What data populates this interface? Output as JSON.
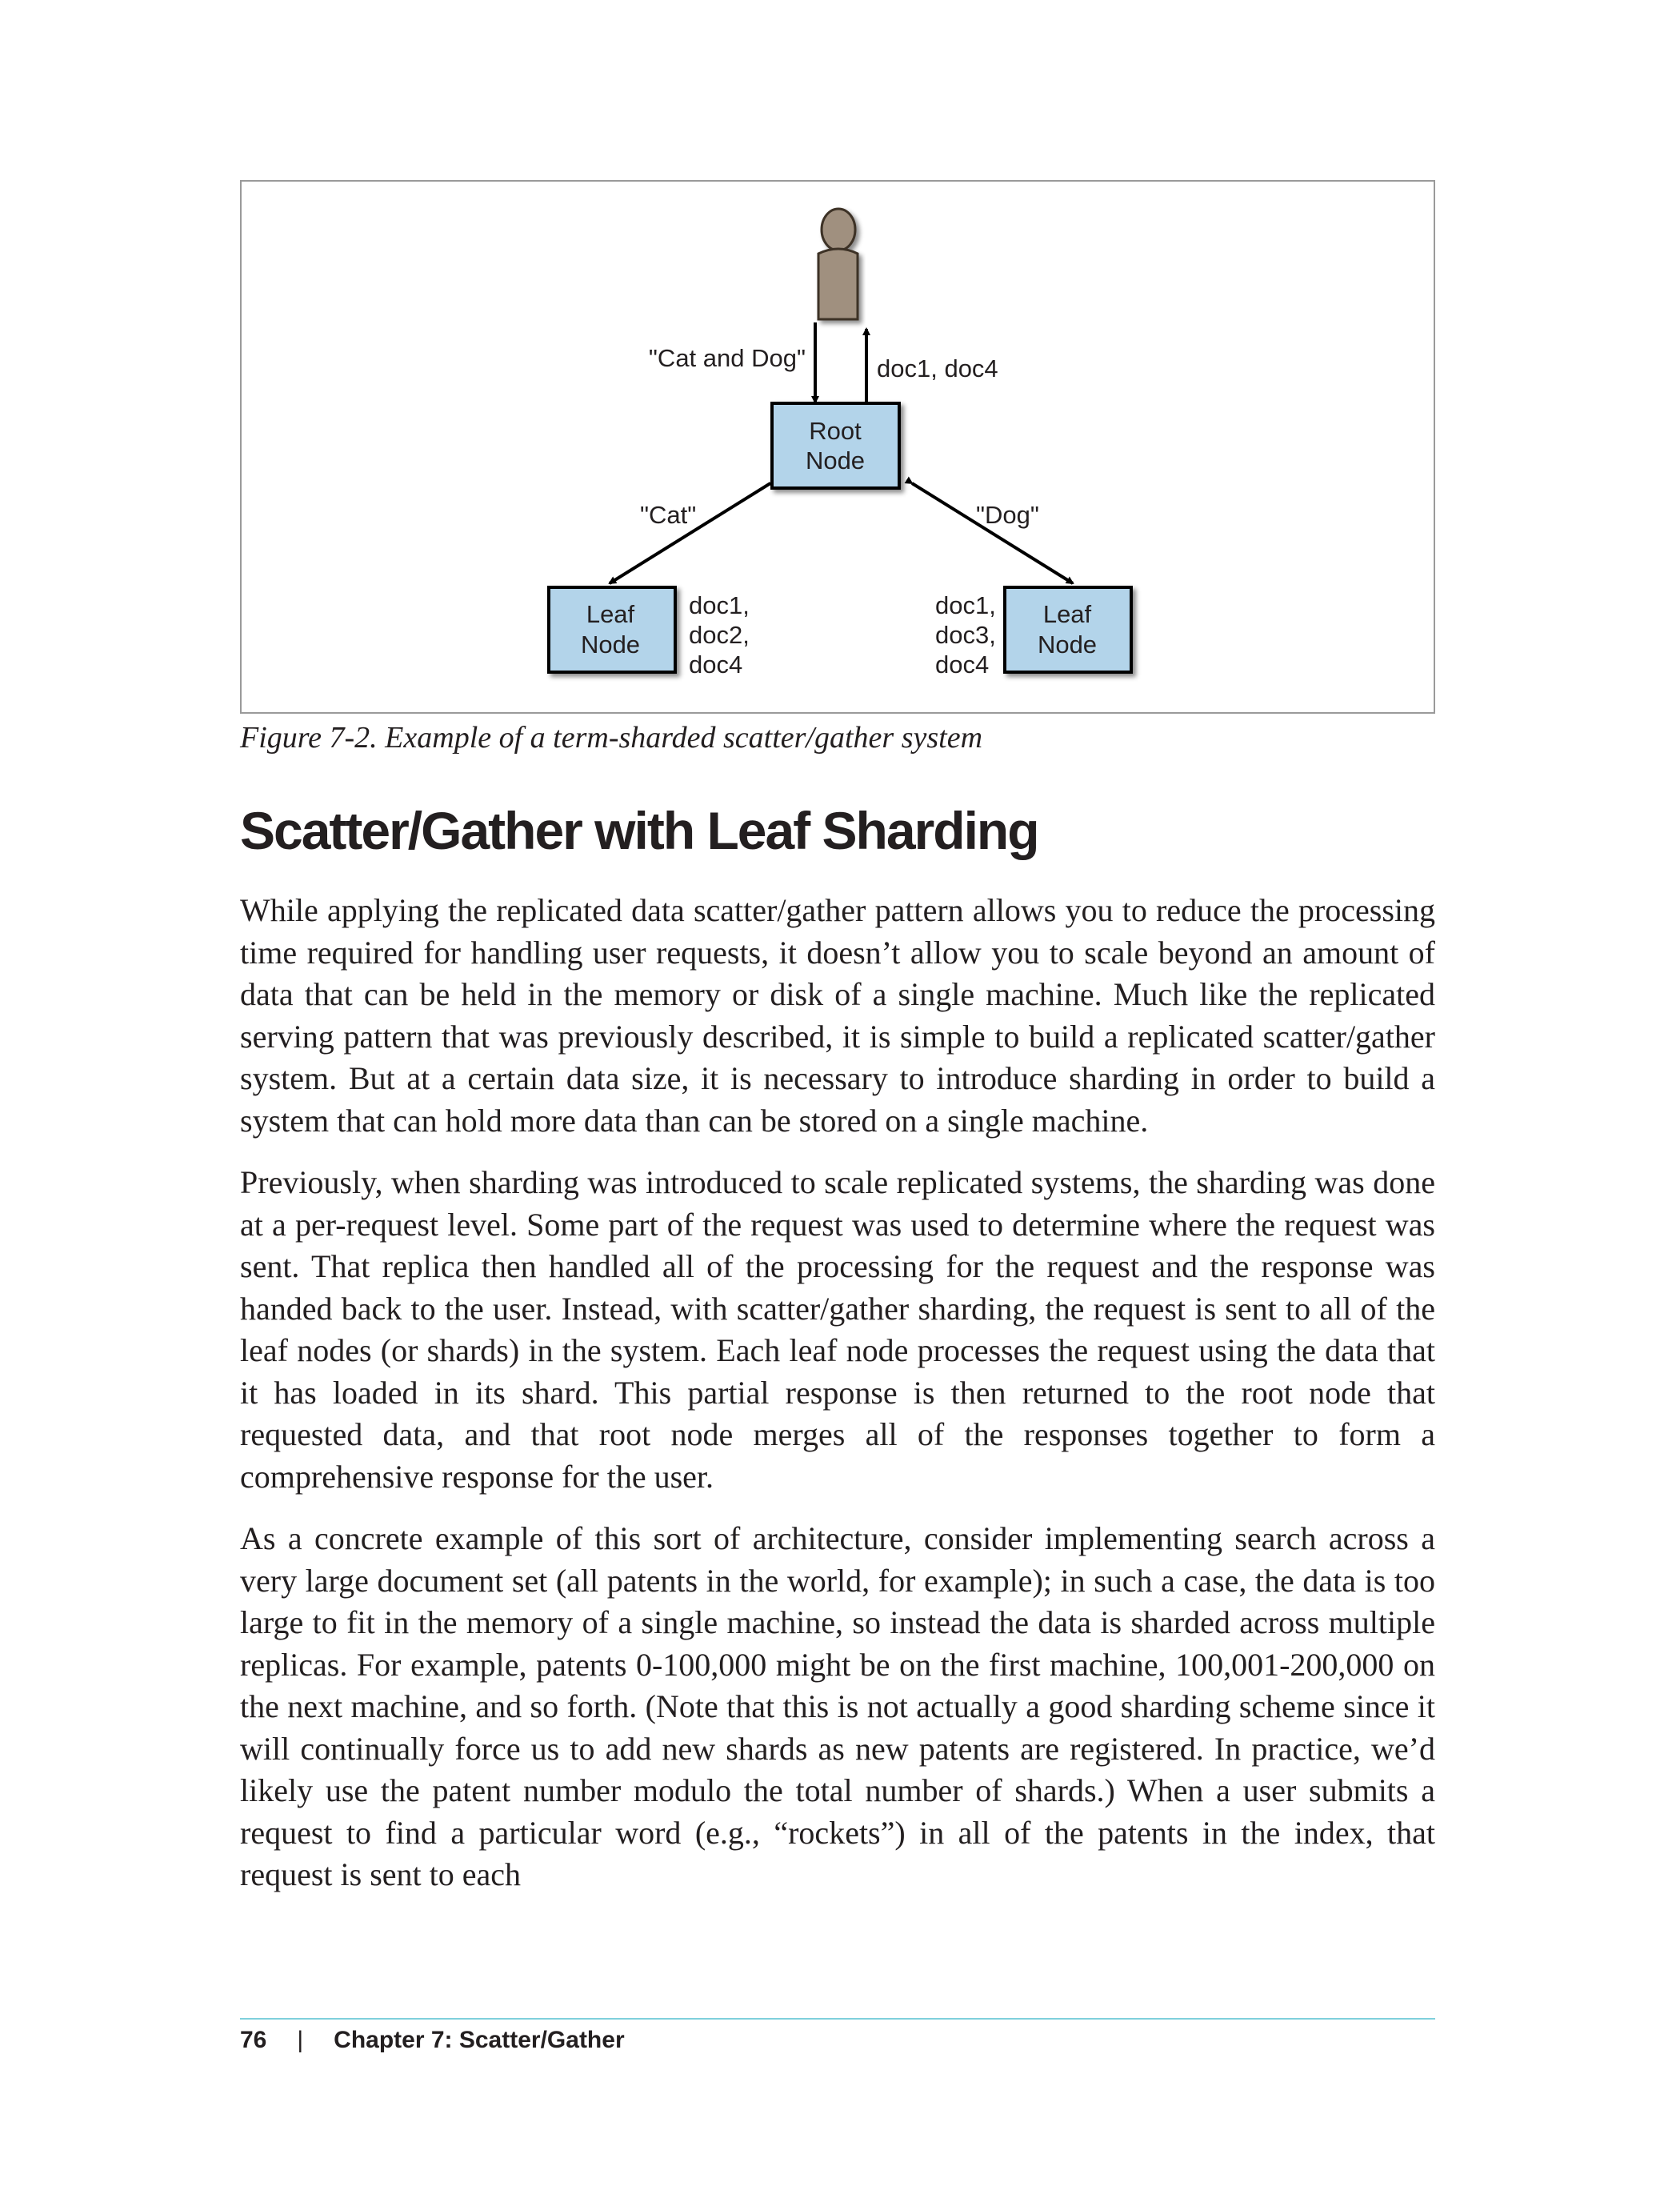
{
  "figure": {
    "caption": "Figure 7-2. Example of a term-sharded scatter/gather system",
    "labels": {
      "query": "\"Cat and Dog\"",
      "result": "doc1, doc4",
      "root_line1": "Root",
      "root_line2": "Node",
      "cat": "\"Cat\"",
      "dog": "\"Dog\"",
      "leaf_line1": "Leaf",
      "leaf_line2": "Node",
      "left_docs": [
        "doc1,",
        "doc2,",
        "doc4"
      ],
      "right_docs": [
        "doc1,",
        "doc3,",
        "doc4"
      ]
    },
    "colors": {
      "node_fill": "#b3d4ea",
      "user_fill": "#a0907f"
    }
  },
  "section_title": "Scatter/Gather with Leaf Sharding",
  "paragraphs": [
    "While applying the replicated data scatter/gather pattern allows you to reduce the processing time required for handling user requests, it doesn’t allow you to scale beyond an amount of data that can be held in the memory or disk of a single machine. Much like the replicated serving pattern that was previously described, it is simple to build a replicated scatter/gather system. But at a certain data size, it is neces­sary to introduce sharding in order to build a system that can hold more data than can be stored on a single machine.",
    "Previously, when sharding was introduced to scale replicated systems, the sharding was done at a per-request level. Some part of the request was used to determine where the request was sent. That replica then handled all of the processing for the request and the response was handed back to the user. Instead, with scatter/gather sharding, the request is sent to all of the leaf nodes (or shards) in the system. Each leaf node processes the request using the data that it has loaded in its shard. This par­tial response is then returned to the root node that requested data, and that root node merges all of the responses together to form a comprehensive response for the user.",
    "As a concrete example of this sort of architecture, consider implementing search across a very large document set (all patents in the world, for example); in such a case, the data is too large to fit in the memory of a single machine, so instead the data is sharded across multiple replicas. For example, patents 0-100,000 might be on the first machine, 100,001-200,000 on the next machine, and so forth. (Note that this is not actually a good sharding scheme since it will continually force us to add new shards as new patents are registered. In practice, we’d likely use the patent number modulo the total number of shards.) When a user submits a request to find a particu­lar word (e.g., “rockets”) in all of the patents in the index, that request is sent to each"
  ],
  "footer": {
    "page_number": "76",
    "separator": "|",
    "chapter": "Chapter 7: Scatter/Gather"
  }
}
